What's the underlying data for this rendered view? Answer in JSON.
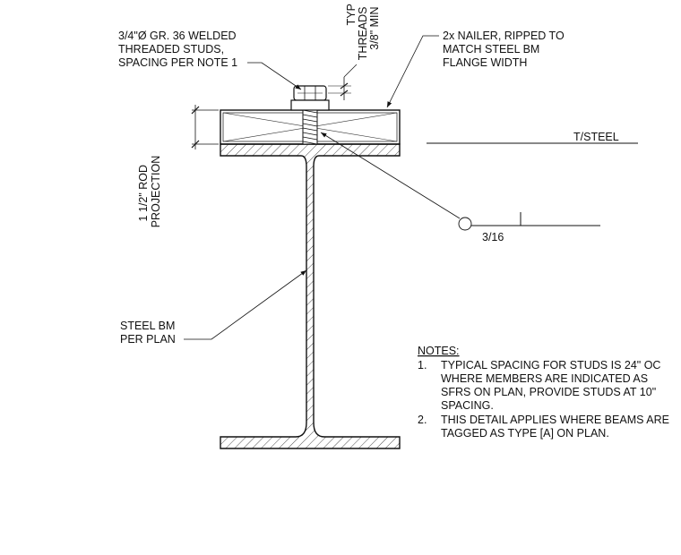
{
  "callouts": {
    "studs": [
      "3/4\"Ø GR. 36 WELDED",
      "THREADED STUDS,",
      "SPACING PER NOTE 1"
    ],
    "threads": [
      "3/8\" MIN",
      "THREADS",
      "TYP"
    ],
    "nailer": [
      "2x NAILER, RIPPED TO",
      "MATCH STEEL BM",
      "FLANGE WIDTH"
    ],
    "tsteel": "T/STEEL",
    "rod_projection": [
      "1 1/2\"  ROD",
      "PROJECTION"
    ],
    "weld_size": "3/16",
    "steel_bm": [
      "STEEL BM",
      "PER PLAN"
    ]
  },
  "notes": {
    "heading": "NOTES:",
    "items": [
      {
        "number": "1.",
        "lines": [
          "TYPICAL SPACING FOR STUDS IS 24\" OC",
          "WHERE MEMBERS ARE INDICATED AS",
          "SFRS ON PLAN, PROVIDE STUDS AT 10\"",
          "SPACING."
        ]
      },
      {
        "number": "2.",
        "lines": [
          "THIS DETAIL APPLIES WHERE BEAMS ARE",
          "TAGGED AS TYPE [A] ON PLAN."
        ]
      }
    ]
  }
}
